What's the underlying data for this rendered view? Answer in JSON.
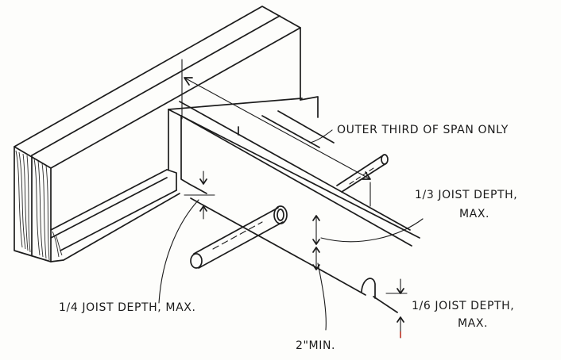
{
  "labels": {
    "outer_third": "OUTER THIRD OF SPAN ONLY",
    "third_depth_line1": "1/3 JOIST DEPTH,",
    "third_depth_line2": "MAX.",
    "quarter_depth": "1/4 JOIST DEPTH, MAX.",
    "sixth_depth_line1": "1/6 JOIST DEPTH,",
    "sixth_depth_line2": "MAX.",
    "two_inch_min": "2\"MIN."
  },
  "colors": {
    "ink": "#1c1c1c",
    "paper": "#fdfdfb",
    "tick_red": "#c23a2a"
  }
}
